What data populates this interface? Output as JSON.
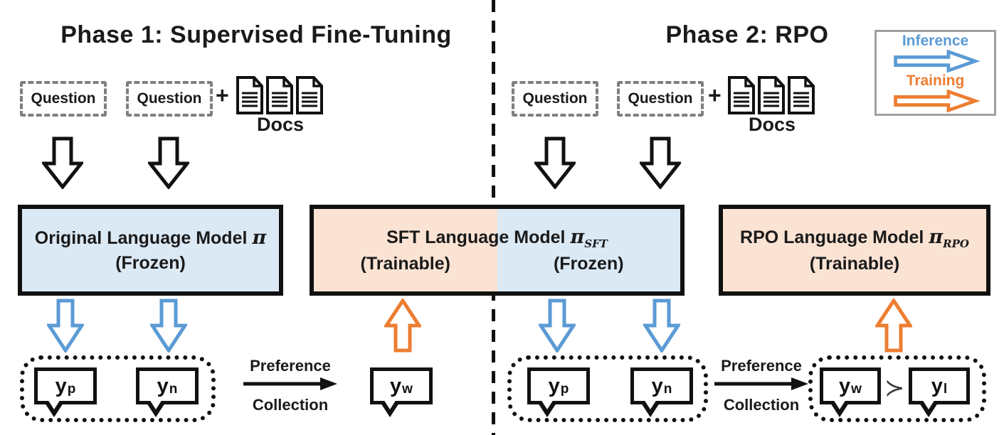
{
  "colors": {
    "inference_blue": "#5b9bd5",
    "training_orange": "#ed7d31",
    "frozen_fill": "#dbe9f5",
    "trainable_fill": "#fbe3d4",
    "question_border_gray": "#7f7f7f",
    "legend_border_gray": "#a0a0a0"
  },
  "legend": {
    "inference_label": "Inference",
    "training_label": "Training"
  },
  "phase1": {
    "title": "Phase 1: Supervised Fine-Tuning",
    "question1": "Question",
    "question2": "Question",
    "plus": "+",
    "docs_label": "Docs",
    "model_title": "Original Language Model",
    "model_pi": "π",
    "model_state": "(Frozen)",
    "pref_line1": "Preference",
    "pref_line2": "Collection",
    "yp_base": "y",
    "yp_sub": "p",
    "yn_base": "y",
    "yn_sub": "n",
    "yw_base": "y",
    "yw_sub": "w"
  },
  "sft_model": {
    "title": "SFT Language Model",
    "pi": "π",
    "pi_sub": "SFT",
    "state_left": "(Trainable)",
    "state_right": "(Frozen)"
  },
  "phase2": {
    "title": "Phase 2: RPO",
    "question1": "Question",
    "question2": "Question",
    "plus": "+",
    "docs_label": "Docs",
    "model_title": "RPO Language Model",
    "model_pi": "π",
    "model_pi_sub": "RPO",
    "model_state": "(Trainable)",
    "pref_line1": "Preference",
    "pref_line2": "Collection",
    "yp_base": "y",
    "yp_sub": "p",
    "yn_base": "y",
    "yn_sub": "n",
    "yw_base": "y",
    "yw_sub": "w",
    "succ_symbol": "≻",
    "yl_base": "y",
    "yl_sub": "l"
  }
}
